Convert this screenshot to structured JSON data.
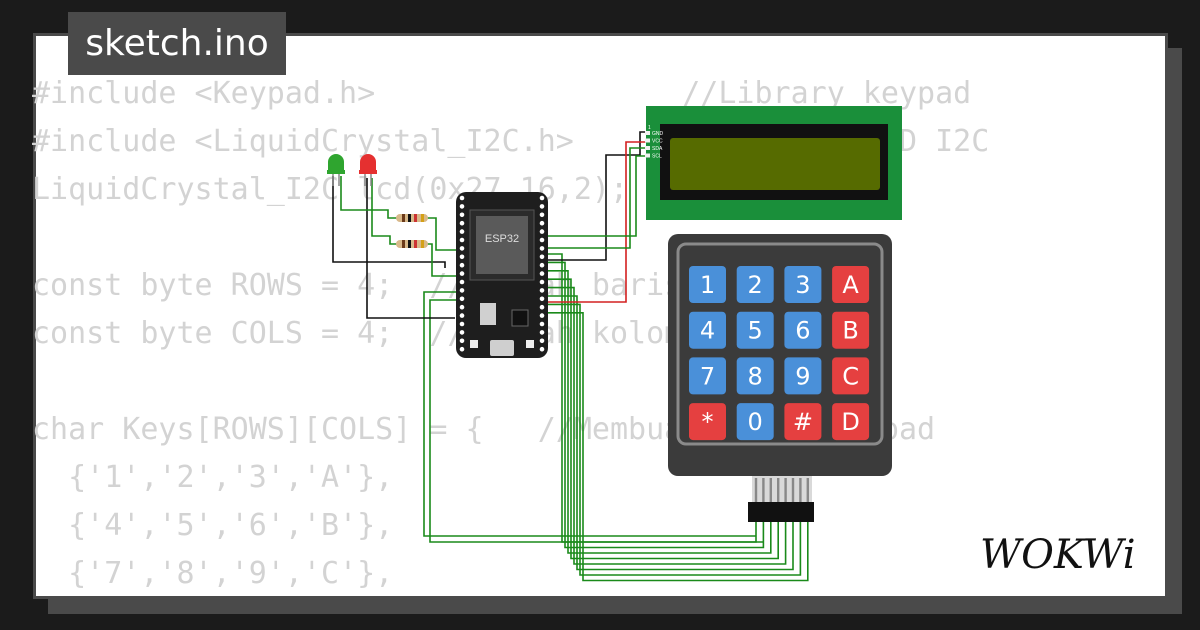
{
  "project": {
    "file_name": "sketch.ino"
  },
  "code_lines": [
    "#include <Keypad.h>                 //Library keypad",
    "#include <LiquidCrystal_I2C.h>      //Library LCD I2C",
    "LiquidCrystal_I2C lcd(0x27,16,2);   //Alamat I2C",
    "",
    "const byte ROWS = 4;  //Jumlah baris keypad",
    "const byte COLS = 4;  //Jumlah kolom keypad",
    "",
    "char Keys[ROWS][COLS] = {   //Membuat array keypad",
    "  {'1','2','3','A'},",
    "  {'4','5','6','B'},",
    "  {'7','8','9','C'},"
  ],
  "esp32": {
    "label": "ESP32"
  },
  "lcd": {
    "pins": [
      "GND",
      "VCC",
      "SDA",
      "SCL"
    ],
    "pin_index_label": "1",
    "screen_color": "#566b00",
    "board_color": "#1a8f3a"
  },
  "keypad": {
    "keys": [
      {
        "label": "1",
        "kind": "number"
      },
      {
        "label": "2",
        "kind": "number"
      },
      {
        "label": "3",
        "kind": "number"
      },
      {
        "label": "A",
        "kind": "letter"
      },
      {
        "label": "4",
        "kind": "number"
      },
      {
        "label": "5",
        "kind": "number"
      },
      {
        "label": "6",
        "kind": "number"
      },
      {
        "label": "B",
        "kind": "letter"
      },
      {
        "label": "7",
        "kind": "number"
      },
      {
        "label": "8",
        "kind": "number"
      },
      {
        "label": "9",
        "kind": "number"
      },
      {
        "label": "C",
        "kind": "letter"
      },
      {
        "label": "*",
        "kind": "symbol"
      },
      {
        "label": "0",
        "kind": "number"
      },
      {
        "label": "#",
        "kind": "symbol"
      },
      {
        "label": "D",
        "kind": "letter"
      }
    ],
    "colors": {
      "number": "#4a90d9",
      "letter": "#e54040",
      "symbol": "#e54040"
    }
  },
  "leds": [
    {
      "color": "#2fa52f",
      "name": "green"
    },
    {
      "color": "#e53030",
      "name": "red"
    }
  ],
  "brand": {
    "name": "WOKWi"
  }
}
